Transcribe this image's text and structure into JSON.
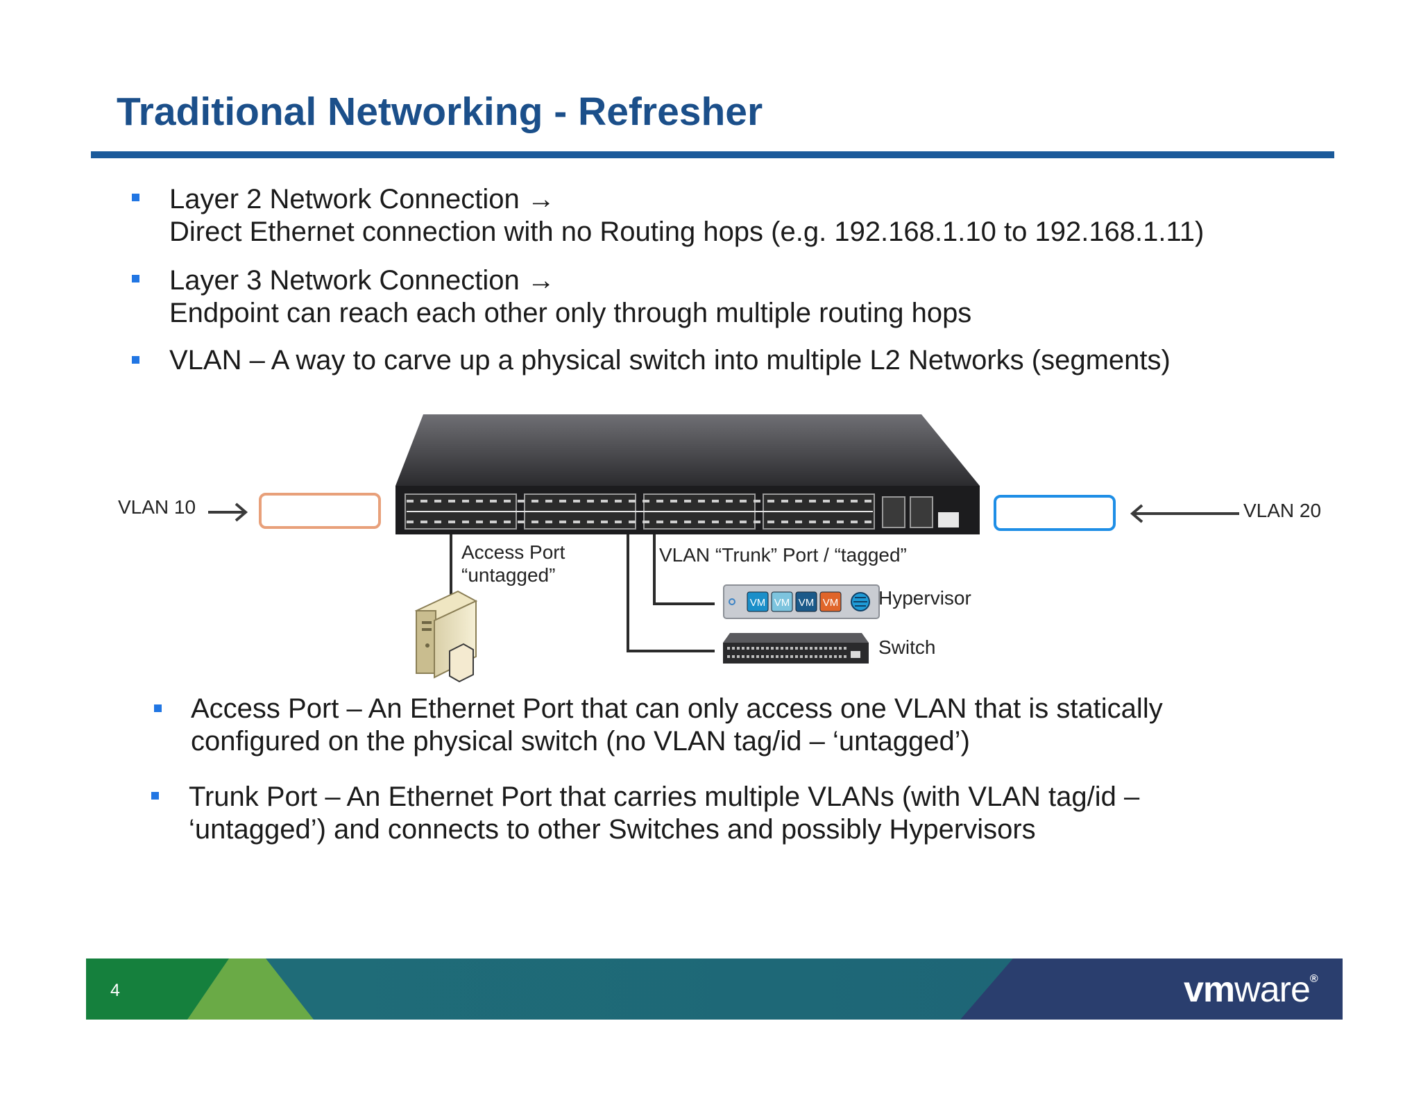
{
  "slide": {
    "title": "Traditional Networking - Refresher",
    "page_number": "4",
    "logo": {
      "vm": "vm",
      "ware": "ware",
      "reg": "®"
    }
  },
  "bullets_top": [
    {
      "line1": "Layer 2 Network Connection →",
      "line2": "Direct Ethernet connection with no Routing hops (e.g. 192.168.1.10 to 192.168.1.11)"
    },
    {
      "line1": "Layer 3 Network Connection →",
      "line2": "Endpoint can reach each other only through multiple routing hops"
    },
    {
      "line1": "VLAN – A way to carve up a physical switch into multiple L2 Networks (segments)"
    }
  ],
  "diagram": {
    "vlan10_label": "VLAN 10",
    "vlan20_label": "VLAN 20",
    "access_port_line1": "Access Port",
    "access_port_line2": "“untagged”",
    "trunk_port_label": "VLAN “Trunk” Port / “tagged”",
    "hypervisor_label": "Hypervisor",
    "switch_label": "Switch",
    "vm_labels": [
      "VM",
      "VM",
      "VM",
      "VM"
    ],
    "colors": {
      "vlan10": "#e8a07a",
      "vlan20": "#1e8ee6",
      "vm": [
        "#1b8fc9",
        "#7dc4de",
        "#1b5a8a",
        "#e0652a"
      ]
    }
  },
  "bullets_bottom": [
    {
      "line1": "Access Port – An Ethernet Port that can only access one VLAN that is statically",
      "line2": "configured on the physical switch (no VLAN tag/id – ‘untagged’)"
    },
    {
      "line1": "Trunk Port – An Ethernet Port that carries multiple VLANs (with VLAN tag/id –",
      "line2": "‘untagged’) and connects to other Switches and possibly Hypervisors"
    }
  ],
  "colors": {
    "title": "#1b4f8a",
    "rule": "#1b5a9a",
    "bullet": "#2176e3"
  }
}
